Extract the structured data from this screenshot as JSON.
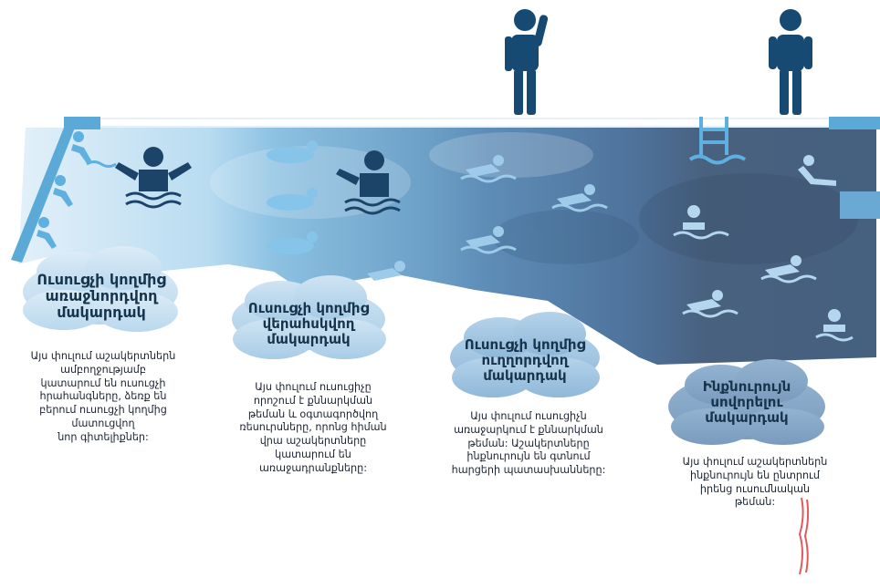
{
  "levels": [
    {
      "title": [
        "Ուսուցչի կողմից",
        "առաջնորդվող",
        "մակարդակ"
      ],
      "desc": [
        "Այս փուլում աշակերտներն",
        "ամբողջությամբ",
        "կատարում են ուսուցչի",
        "հրահանգները, ձեռք են",
        "բերում ուսուցչի կողմից",
        "մատուցվող",
        "նոր գիտելիքներ:"
      ]
    },
    {
      "title": [
        "Ուսուցչի կողմից",
        "վերահսկվող",
        "մակարդակ"
      ],
      "desc": [
        "Այս փուլում ուսուցիչը",
        "որոշում է քննարկման",
        "թեման և օգտագործվող",
        "ռեսուրսները, որոնց հիման",
        "վրա աշակերտները",
        "կատարում են",
        "առաջադրանքները:"
      ]
    },
    {
      "title": [
        "Ուսուցչի կողմից",
        "ուղղորդվող",
        "մակարդակ"
      ],
      "desc": [
        "Այս փուլում ուսուցիչն",
        "առաջարկում է քննարկման",
        "թեման: Աշակերտները",
        "ինքնուրույն են գտնում",
        "հարցերի պատասխանները:"
      ]
    },
    {
      "title": [
        "Ինքնուրույն",
        "սովորելու",
        "մակարդակ"
      ],
      "desc": [
        "Այս փուլում աշակերտներն",
        "ինքնուրույն են ընտրում",
        "իրենց ուսումնական",
        "թեման:"
      ]
    }
  ],
  "colors": {
    "water1": "#d6eaf6",
    "water2": "#8fc3e3",
    "water3": "#5b8fb8",
    "water4": "#465f80",
    "icon_dark": "#1c4468",
    "icon_light": "#5eb0e0",
    "figure": "#164a73"
  }
}
